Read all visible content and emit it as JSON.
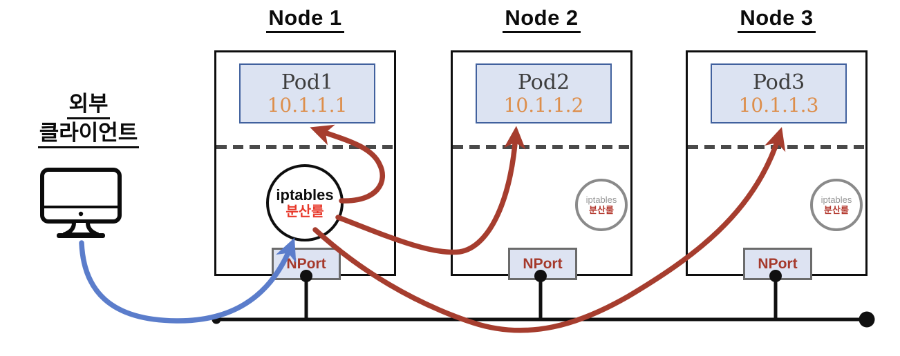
{
  "client": {
    "label_line1": "외부",
    "label_line2": "클라이언트",
    "icon": "desktop-monitor-icon"
  },
  "nodes": [
    {
      "title": "Node 1",
      "pod": {
        "name": "Pod1",
        "ip": "10.1.1.1"
      },
      "iptables": {
        "line1": "iptables",
        "line2": "분산룰",
        "emphasized": true
      },
      "nport_label": "NPort"
    },
    {
      "title": "Node 2",
      "pod": {
        "name": "Pod2",
        "ip": "10.1.1.2"
      },
      "iptables": {
        "line1": "iptables",
        "line2": "분산룰",
        "emphasized": false
      },
      "nport_label": "NPort"
    },
    {
      "title": "Node 3",
      "pod": {
        "name": "Pod3",
        "ip": "10.1.1.3"
      },
      "iptables": {
        "line1": "iptables",
        "line2": "분산룰",
        "emphasized": false
      },
      "nport_label": "NPort"
    }
  ],
  "flows": [
    {
      "name": "client-to-node1-nport",
      "color": "blue",
      "from": "external-client",
      "to": "node1-iptables"
    },
    {
      "name": "iptables-to-pod1",
      "color": "red",
      "from": "node1-iptables",
      "to": "Pod1 10.1.1.1"
    },
    {
      "name": "iptables-to-pod2",
      "color": "red",
      "from": "node1-iptables",
      "to": "Pod2 10.1.1.2"
    },
    {
      "name": "iptables-to-pod3",
      "color": "red",
      "from": "node1-iptables",
      "to": "Pod3 10.1.1.3"
    }
  ],
  "colors": {
    "arrow_red": "#a63d2e",
    "arrow_blue": "#5b7dcb",
    "pod_fill": "#dce3f2",
    "pod_border": "#41619e",
    "pod_ip_orange": "#dd8e4b",
    "iptables_rule_red": "#e8392b",
    "muted_circle_gray": "#8a8a8a",
    "nport_text": "#a5392b",
    "network_line": "#101010"
  }
}
